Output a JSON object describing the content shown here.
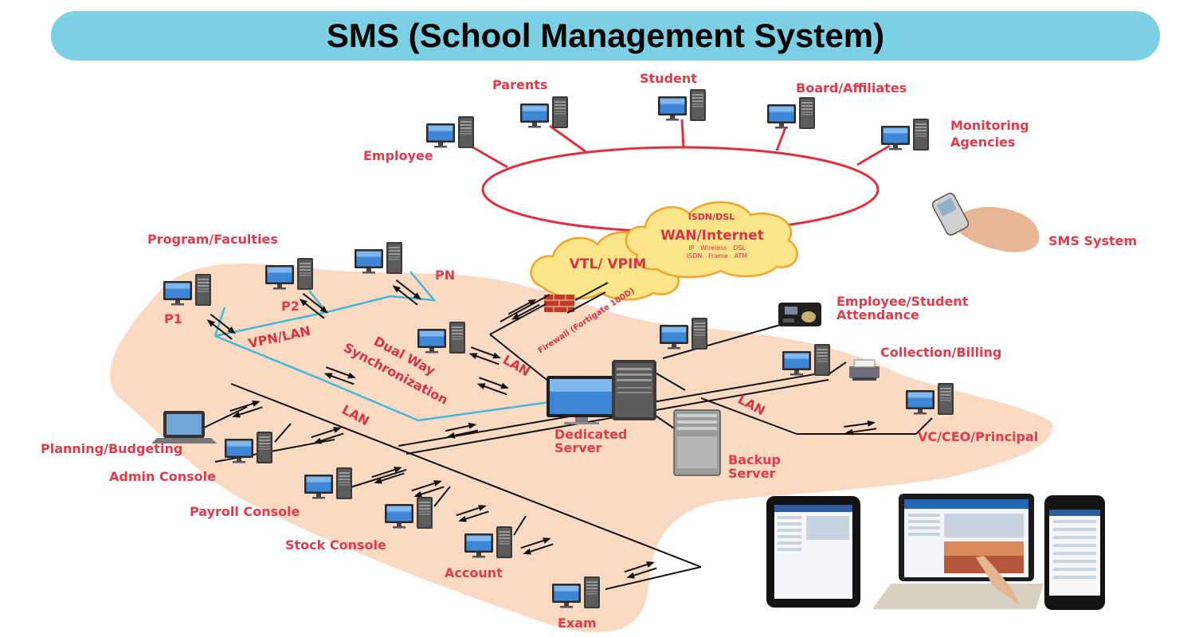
{
  "title": "SMS (School Management System)",
  "colors": {
    "banner": "#7dd0e3",
    "label": "#e23a4a",
    "link_red": "#e03040",
    "lan_blue": "#43b7d6",
    "zone": "#fbd6bd"
  },
  "wan_nodes": {
    "parents": "Parents",
    "student": "Student",
    "board": "Board/Affiliates",
    "monitoring_1": "Monitoring",
    "monitoring_2": "Agencies",
    "employee": "Employee"
  },
  "sms_system": "SMS System",
  "clouds": {
    "wan": "WAN/Internet",
    "isdn_dsl": "ISDN/DSL",
    "wan_sub_1": "IP   Wireless   DSL",
    "wan_sub_2": "ISDN   Frame   ATM",
    "vtl": "VTL/ VPIM"
  },
  "firewall": "Firewall (Fortigate 100D)",
  "branches": {
    "program": "Program/Faculties",
    "p1": "P1",
    "p2": "P2",
    "pn": "PN",
    "vpn_lan": "VPN/LAN",
    "dual_sync_1": "Dual Way",
    "dual_sync_2": "Synchronization"
  },
  "lan_labels": {
    "lan_left": "LAN",
    "lan_mid": "LAN",
    "lan_right": "LAN"
  },
  "servers": {
    "dedicated_1": "Dedicated",
    "dedicated_2": "Server",
    "backup_1": "Backup",
    "backup_2": "Server"
  },
  "right_nodes": {
    "attendance_1": "Employee/Student",
    "attendance_2": "Attendance",
    "billing": "Collection/Billing",
    "principal": "VC/CEO/Principal"
  },
  "left_nodes": {
    "planning": "Planning/Budgeting",
    "admin": "Admin Console",
    "payroll": "Payroll Console",
    "stock": "Stock Console",
    "account": "Account",
    "exam": "Exam"
  },
  "icons": [
    "desktop-computer-icon",
    "laptop-icon",
    "server-tower-icon",
    "cloud-icon",
    "firewall-icon",
    "biometric-scanner-icon",
    "printer-icon",
    "hand-phone-icon",
    "tablet-icon",
    "smartphone-icon"
  ]
}
